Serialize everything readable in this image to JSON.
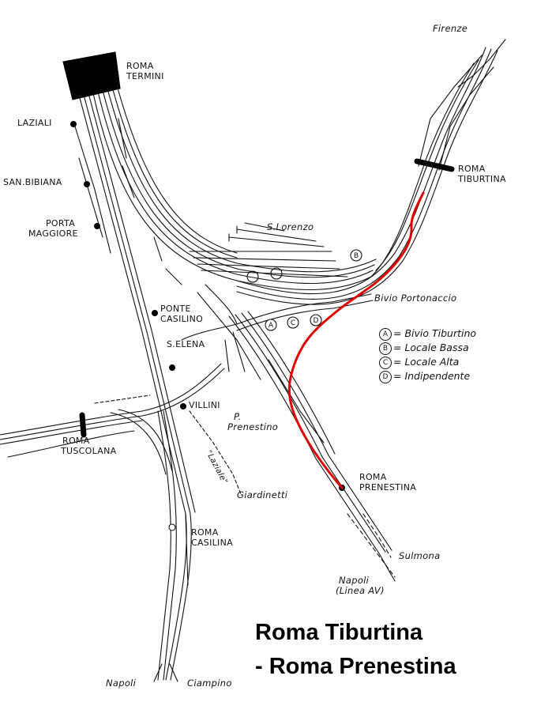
{
  "stations": {
    "roma_termini_1": "ROMA",
    "roma_termini_2": "TERMINI",
    "laziali": "LAZIALI",
    "san_bibiana": "SAN.BIBIANA",
    "porta_maggiore_1": "PORTA",
    "porta_maggiore_2": "MAGGIORE",
    "ponte_casilino_1": "PONTE",
    "ponte_casilino_2": "CASILINO",
    "s_elena": "S.ELENA",
    "villini": "VILLINI",
    "roma_tuscolana_1": "ROMA",
    "roma_tuscolana_2": "TUSCOLANA",
    "roma_casilina_1": "ROMA",
    "roma_casilina_2": "CASILINA",
    "roma_tiburtina_1": "ROMA",
    "roma_tiburtina_2": "TIBURTINA",
    "roma_prenestina_1": "ROMA",
    "roma_prenestina_2": "PRENESTINA"
  },
  "places": {
    "firenze": "Firenze",
    "s_lorenzo": "S.Lorenzo",
    "bivio_portonaccio": "Bivio Portonaccio",
    "p_prenestino_1": "P.",
    "p_prenestino_2": "Prenestino",
    "laziale": "\"Laziale\"",
    "giardinetti": "Giardinetti",
    "sulmona": "Sulmona",
    "napoli_av_1": "Napoli",
    "napoli_av_2": "(Linea AV)",
    "napoli": "Napoli",
    "ciampino": "Ciampino"
  },
  "junction_markers": {
    "a": "A",
    "b": "B",
    "c": "C",
    "d": "D"
  },
  "legend": [
    {
      "letter": "A",
      "text": "= Bivio Tiburtino"
    },
    {
      "letter": "B",
      "text": "= Locale Bassa"
    },
    {
      "letter": "C",
      "text": "= Locale Alta"
    },
    {
      "letter": "D",
      "text": "= Indipendente"
    }
  ],
  "caption": {
    "line1": "Roma Tiburtina",
    "line2": "- Roma Prenestina"
  },
  "colors": {
    "track": "#111111",
    "highlight_route": "#e00000",
    "station_block": "#000000"
  }
}
